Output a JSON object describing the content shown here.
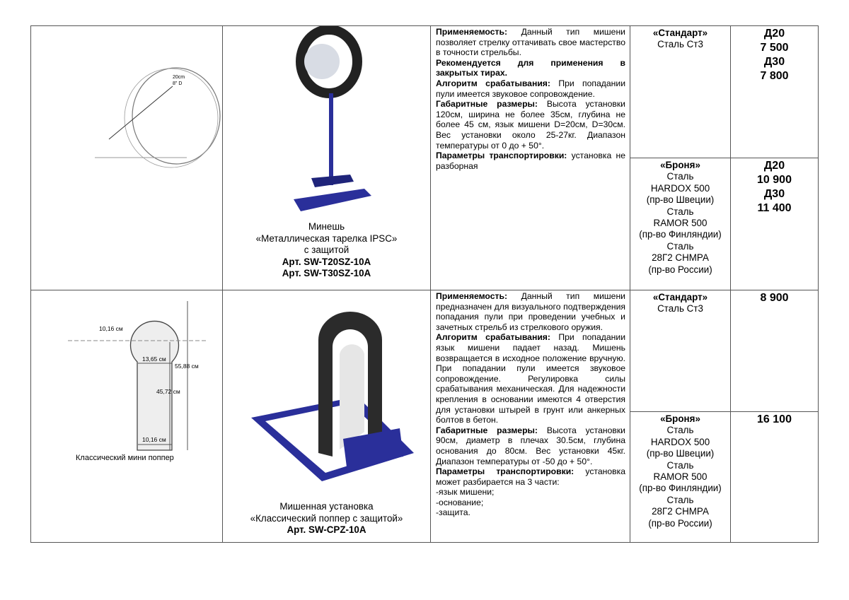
{
  "rows": [
    {
      "drawing": {
        "labels": [
          "20cm",
          "8\" D"
        ]
      },
      "caption": {
        "lines": [
          "Минешь",
          "«Металлическая тарелка IPSC»",
          "с защитой"
        ],
        "articles": [
          "Арт. SW-T20SZ-10A",
          "Арт. SW-T30SZ-10A"
        ]
      },
      "description": [
        {
          "b": "Применяемость:",
          "t": " Данный тип мишени позволяет стрелку оттачивать свое мастерство в точности стрельбы."
        },
        {
          "b": "Рекомендуется  для применения в закрытых тирах.",
          "t": ""
        },
        {
          "b": " Алгоритм срабатывания:",
          "t": "  При попадании пули имеется звуковое сопровождение."
        },
        {
          "b": "Габаритные размеры:",
          "t": "  Высота установки 120см, ширина не более 35см, глубина не более 45 см, язык мишени  D=20см, D=30см.  Вес установки около  25-27кг. Диапазон температуры от 0 до + 50°."
        },
        {
          "b": "Параметры транспортировки:",
          "t": "  установка не разборная"
        }
      ],
      "variants": [
        {
          "title": "«Стандарт»",
          "lines": [
            "Сталь Ст3"
          ],
          "prices": [
            "Д20",
            "7 500",
            "Д30",
            "7 800"
          ]
        },
        {
          "title": "«Броня»",
          "lines": [
            "Сталь",
            "HARDOX 500",
            "(пр-во Швеции)",
            "Сталь",
            "RAMOR 500",
            "(пр-во Финляндии)",
            "Сталь",
            "28Г2 СНМРА",
            "(пр-во России)"
          ],
          "prices": [
            "Д20",
            "10 900",
            "Д30",
            "11 400"
          ]
        }
      ]
    },
    {
      "drawing": {
        "labels": [
          "10,16 см",
          "13,65 см",
          "55,88 см",
          "45,72 см",
          "10,16 см"
        ],
        "title": "Классический мини поппер"
      },
      "caption": {
        "lines": [
          "Мишенная установка",
          "«Классический поппер с защитой»"
        ],
        "articles": [
          "Арт. SW-CPZ-10A"
        ]
      },
      "description": [
        {
          "b": "Применяемость:",
          "t": " Данный тип мишени предназначен для визуального подтверждения попадания пули при проведении учебных и зачетных стрельб из стрелкового оружия."
        },
        {
          "b": " Алгоритм срабатывания:",
          "t": " При попадании язык мишени падает назад.  Мишень возвращается в исходное положение вручную. При попадании пули имеется звуковое сопровождение. Регулировка силы срабатывания механическая. Для надежности крепления в основании имеются 4 отверстия для установки штырей в грунт или анкерных болтов в бетон."
        },
        {
          "b": "Габаритные размеры:",
          "t": "  Высота установки 90см, диаметр в плечах 30.5см, глубина основания до 80см. Вес установки  45кг. Диапазон температуры от -50 до + 50°."
        },
        {
          "b": "Параметры транспортировки:",
          "t": "  установка может разбирается на 3 части:"
        },
        {
          "b": "",
          "t": "-язык мишени;"
        },
        {
          "b": "",
          "t": "-основание;"
        },
        {
          "b": "",
          "t": "-защита."
        }
      ],
      "variants": [
        {
          "title": "«Стандарт»",
          "lines": [
            "Сталь Ст3"
          ],
          "prices": [
            "8 900"
          ]
        },
        {
          "title": "«Броня»",
          "lines": [
            "Сталь",
            "HARDOX 500",
            "(пр-во Швеции)",
            "Сталь",
            "RAMOR 500",
            "(пр-во Финляндии)",
            "Сталь",
            "28Г2 СНМРА",
            "(пр-во России)"
          ],
          "prices": [
            "16 100"
          ]
        }
      ]
    }
  ]
}
